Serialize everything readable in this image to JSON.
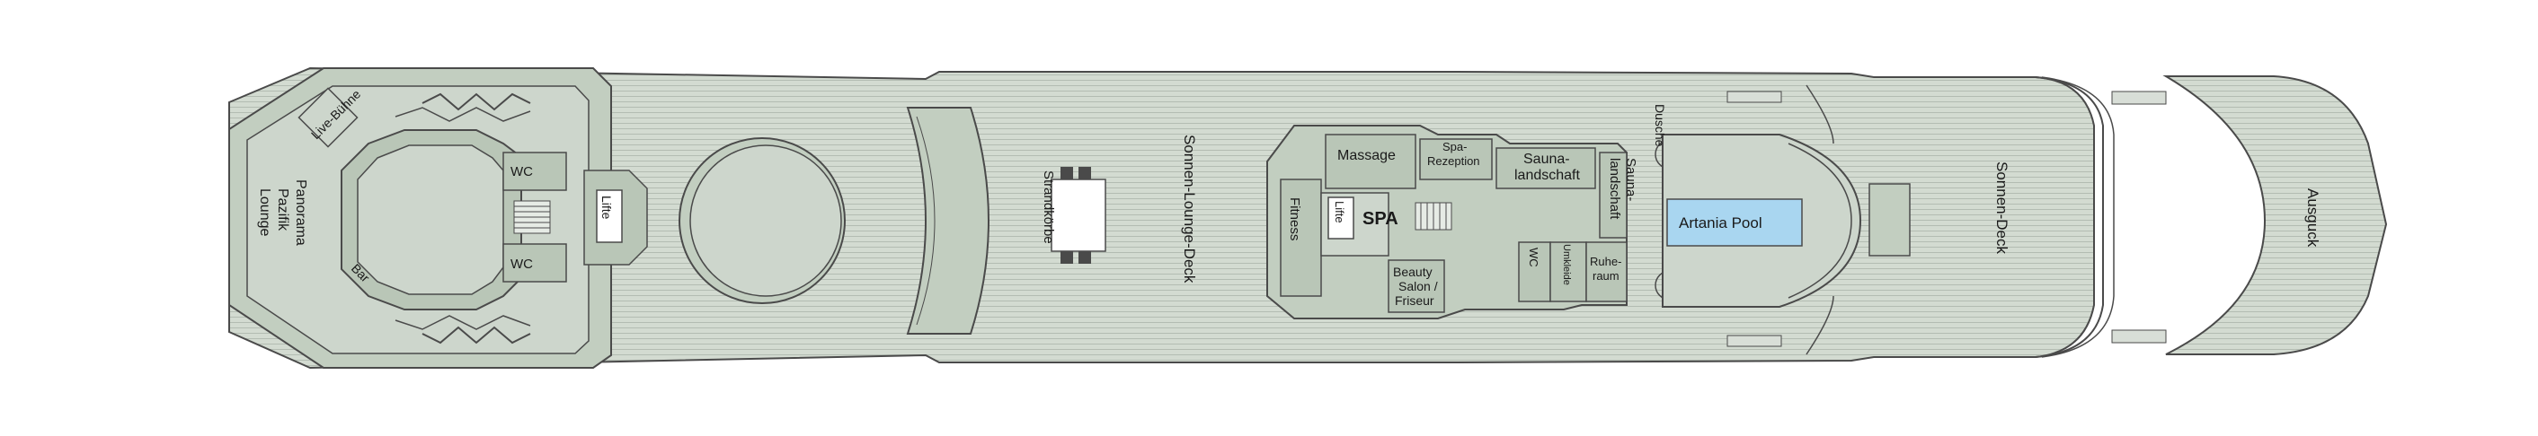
{
  "labels": {
    "live_buehne": "Live-Bühne",
    "panorama_1": "Panorama",
    "panorama_2": "Pazifik",
    "panorama_3": "Lounge",
    "bar": "Bar",
    "wc": "WC",
    "lifte": "Lifte",
    "strandkoerbe": "Strandkörbe",
    "sonnen_lounge_deck": "Sonnen-Lounge-Deck",
    "massage": "Massage",
    "spa_rezeption_1": "Spa-",
    "spa_rezeption_2": "Rezeption",
    "sauna_1": "Sauna-",
    "sauna_2": "landschaft",
    "fitness": "Fitness",
    "spa": "SPA",
    "beauty_1": "Beauty",
    "beauty_2": "Salon /",
    "beauty_3": "Friseur",
    "umkleide": "Umkleide",
    "ruhe_1": "Ruhe-",
    "ruhe_2": "raum",
    "dusche": "Dusche",
    "artania_pool": "Artania Pool",
    "sonnen_deck": "Sonnen-Deck",
    "ausguck": "Ausguck"
  },
  "colors": {
    "deck": "#cdd6cc",
    "room": "#b9c6b7",
    "pool": "#a9d6f0",
    "line": "#4a4a4a",
    "stripe": "#b8c1b7"
  }
}
